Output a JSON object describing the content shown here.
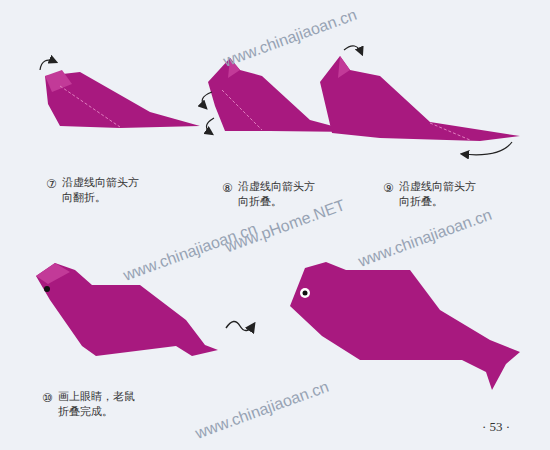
{
  "diagram": {
    "labels": [
      "www.chinajiaoan.cn",
      "www.chinajiaoan.cn",
      "www.pHome.NET",
      "www.chinajiaoan.cn",
      "⑦",
      "沿虚线向箭头方 向翻折。",
      "⑧",
      "沿虚线向箭头方 向折叠。",
      "⑨",
      "沿虚线向箭头方 向折叠。",
      "⑩",
      "画上眼睛，老鼠 折叠完成。",
      "www.chinajiaoan.cn",
      "· 53 ·"
    ]
  }
}
